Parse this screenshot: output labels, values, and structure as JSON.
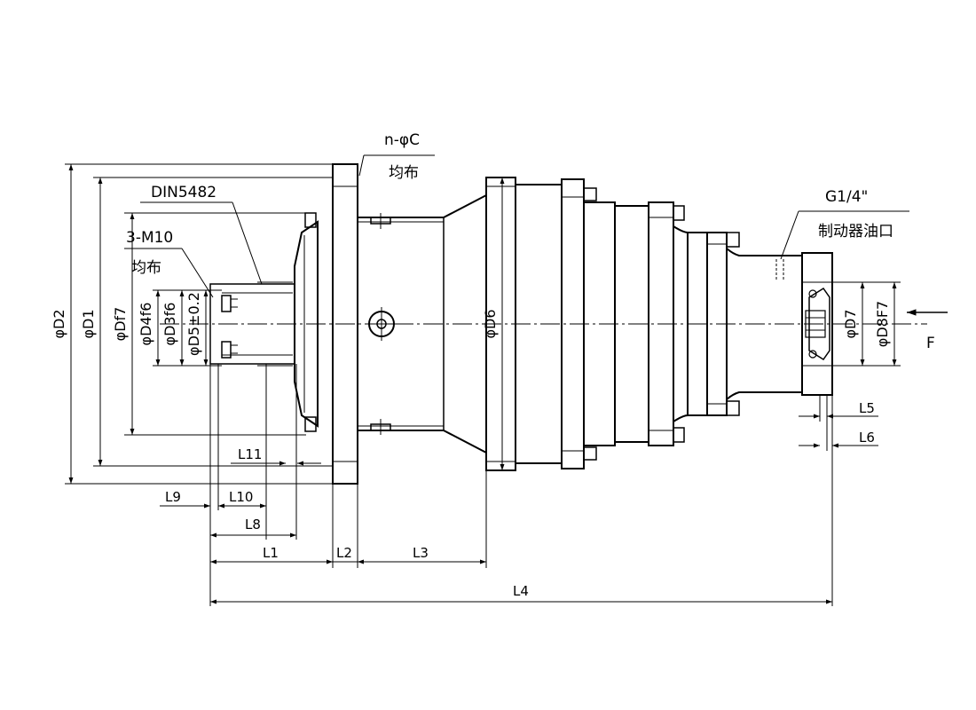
{
  "drawing": {
    "labels": {
      "n_phiC": "n-φC",
      "junbu_top": "均布",
      "din": "DIN5482",
      "m10": "3-M10",
      "junbu_left": "均布",
      "g14": "G1/4\"",
      "brake_port": "制动器油口",
      "force": "F"
    },
    "dims": {
      "D2": "φD2",
      "D1": "φD1",
      "Df7": "φDf7",
      "D4f6": "φD4f6",
      "D3f6": "φD3f6",
      "D5": "φD5±0.2",
      "D6": "φD6",
      "D7": "φD7",
      "D8F7": "φD8F7",
      "L1": "L1",
      "L2": "L2",
      "L3": "L3",
      "L4": "L4",
      "L5": "L5",
      "L6": "L6",
      "L8": "L8",
      "L9": "L9",
      "L10": "L10",
      "L11": "L11"
    }
  }
}
